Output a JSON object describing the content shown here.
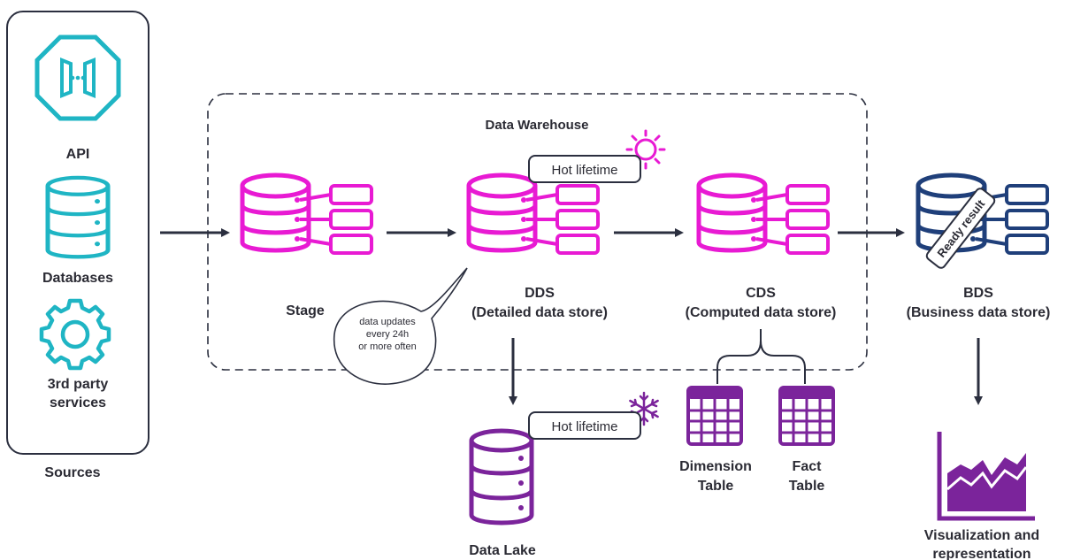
{
  "sources": {
    "title": "Sources",
    "api_label": "API",
    "databases_label": "Databases",
    "third_party_line1": "3rd  party",
    "third_party_line2": "services"
  },
  "warehouse": {
    "title": "Data Warehouse"
  },
  "stage": {
    "label": "Stage"
  },
  "dds": {
    "label_line1": "DDS",
    "label_line2": "(Detailed data store)"
  },
  "cds": {
    "label_line1": "CDS",
    "label_line2": "(Computed data store)"
  },
  "bds": {
    "label_line1": "BDS",
    "label_line2": "(Business data store)",
    "ribbon": "Ready result"
  },
  "bubble": {
    "line1": "data updates",
    "line2": "every 24h",
    "line3": "or more often"
  },
  "tags": {
    "hot_lifetime_1": "Hot lifetime",
    "hot_lifetime_2": "Hot lifetime"
  },
  "data_lake": {
    "label": "Data Lake"
  },
  "dimension_table": {
    "line1": "Dimension",
    "line2": "Table"
  },
  "fact_table": {
    "line1": "Fact",
    "line2": "Table"
  },
  "visualization": {
    "line1": "Visualization and",
    "line2": "representation"
  },
  "colors": {
    "teal": "#1fb5c4",
    "magenta": "#e81ad3",
    "purple": "#7b249b",
    "navy": "#1f3f7a",
    "arrow": "#2b2f3f",
    "text": "#2b2b34"
  }
}
